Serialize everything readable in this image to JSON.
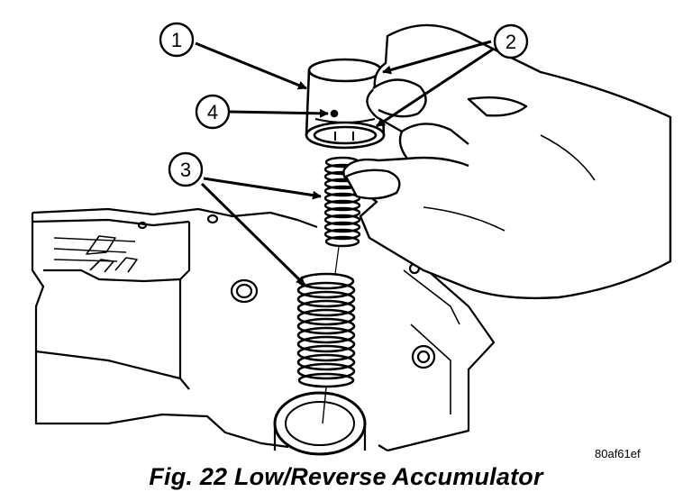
{
  "figure": {
    "caption": "Fig. 22 Low/Reverse Accumulator",
    "reference_code": "80af61ef"
  },
  "callouts": [
    {
      "number": "1"
    },
    {
      "number": "2"
    },
    {
      "number": "3"
    },
    {
      "number": "4"
    }
  ]
}
